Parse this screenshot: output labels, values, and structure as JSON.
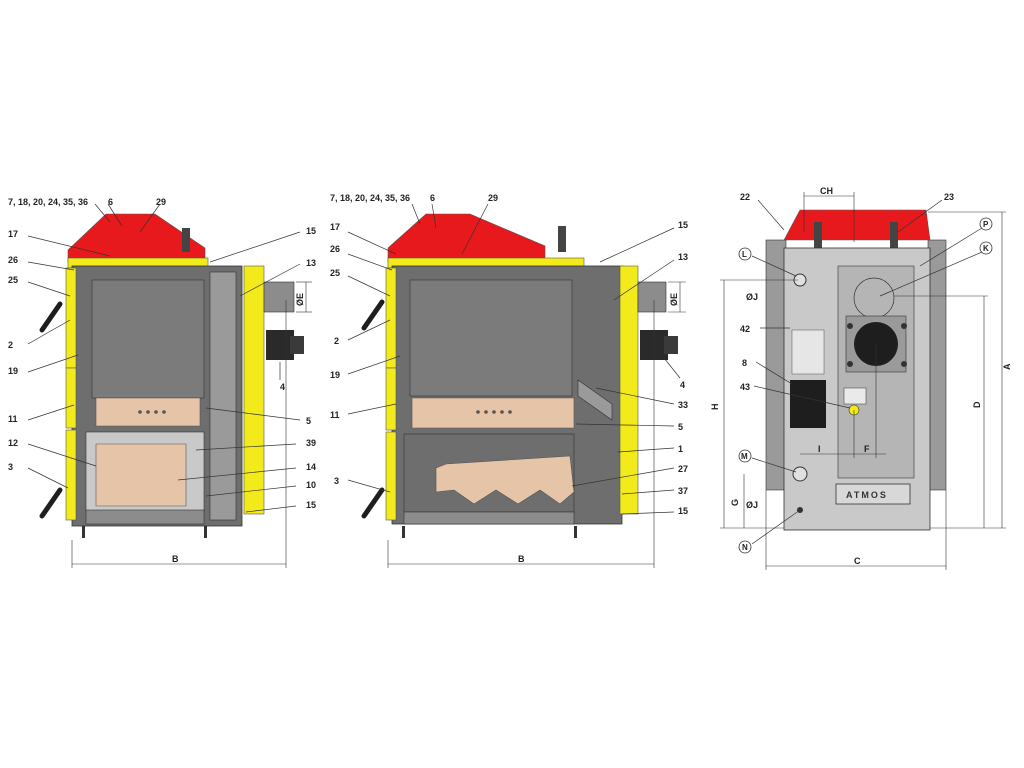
{
  "diagram": {
    "views": [
      {
        "id": "left",
        "callouts": [
          "7, 18, 20, 24, 35, 36",
          "6",
          "29",
          "17",
          "26",
          "25",
          "2",
          "19",
          "11",
          "12",
          "3",
          "15",
          "13",
          "4",
          "5",
          "39",
          "14",
          "10",
          "15"
        ],
        "dimensions": {
          "width": "B",
          "flue": "ØE"
        }
      },
      {
        "id": "middle",
        "callouts": [
          "7, 18, 20, 24, 35, 36",
          "6",
          "29",
          "17",
          "26",
          "25",
          "2",
          "19",
          "11",
          "3",
          "15",
          "13",
          "4",
          "33",
          "5",
          "1",
          "27",
          "37",
          "15"
        ],
        "dimensions": {
          "width": "B",
          "flue": "ØE"
        }
      },
      {
        "id": "rear",
        "callouts": [
          "22",
          "23",
          "42",
          "8",
          "43"
        ],
        "connections": [
          "L",
          "P",
          "K",
          "M",
          "N"
        ],
        "dimensions": {
          "ch": "CH",
          "dj_top": "ØJ",
          "dj_bottom": "ØJ",
          "h": "H",
          "a": "A",
          "d": "D",
          "g": "G",
          "i": "I",
          "f": "F",
          "c": "C"
        },
        "brand": "ATMOS"
      }
    ],
    "colors": {
      "red": "#e8191c",
      "yellow": "#f2ea1b",
      "dark_grey": "#6e6e6e",
      "mid_grey": "#8c8c8c",
      "light_grey": "#c9c9c9",
      "tan": "#e6c4a8",
      "black": "#1e1e1e"
    }
  }
}
